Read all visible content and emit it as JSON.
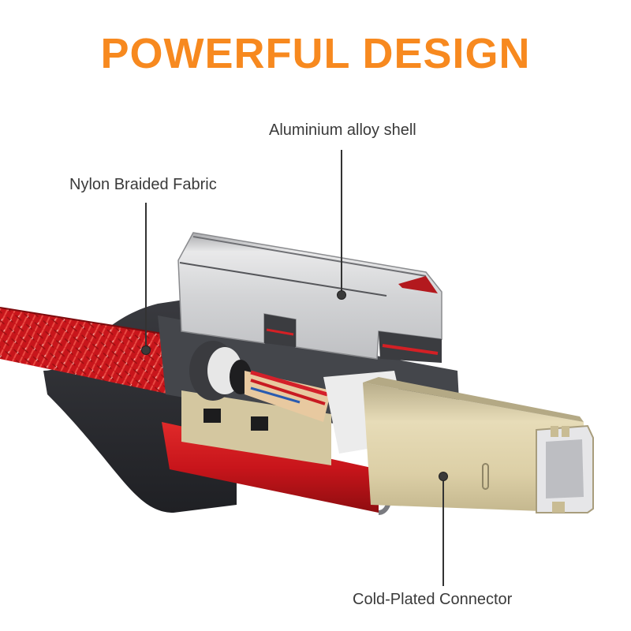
{
  "title": "POWERFUL DESIGN",
  "colors": {
    "title": "#f7891f",
    "label_text": "#3a3a3a",
    "braid_red": "#c8151b",
    "shell_silver": "#cfd0d2",
    "connector_gold": "#dccfa6",
    "overmold_dark": "#2b2c30"
  },
  "callouts": [
    {
      "label": "Aluminium alloy shell"
    },
    {
      "label": "Nylon Braided Fabric"
    },
    {
      "label": "Cold-Plated Connector"
    }
  ],
  "product": {
    "name": "USB-B printer cable cutaway illustration",
    "parts": [
      "nylon-braided-cable",
      "aluminium-alloy-shell",
      "gold-plated-usb-b-connector",
      "overmold-housing",
      "internal-wires"
    ]
  }
}
